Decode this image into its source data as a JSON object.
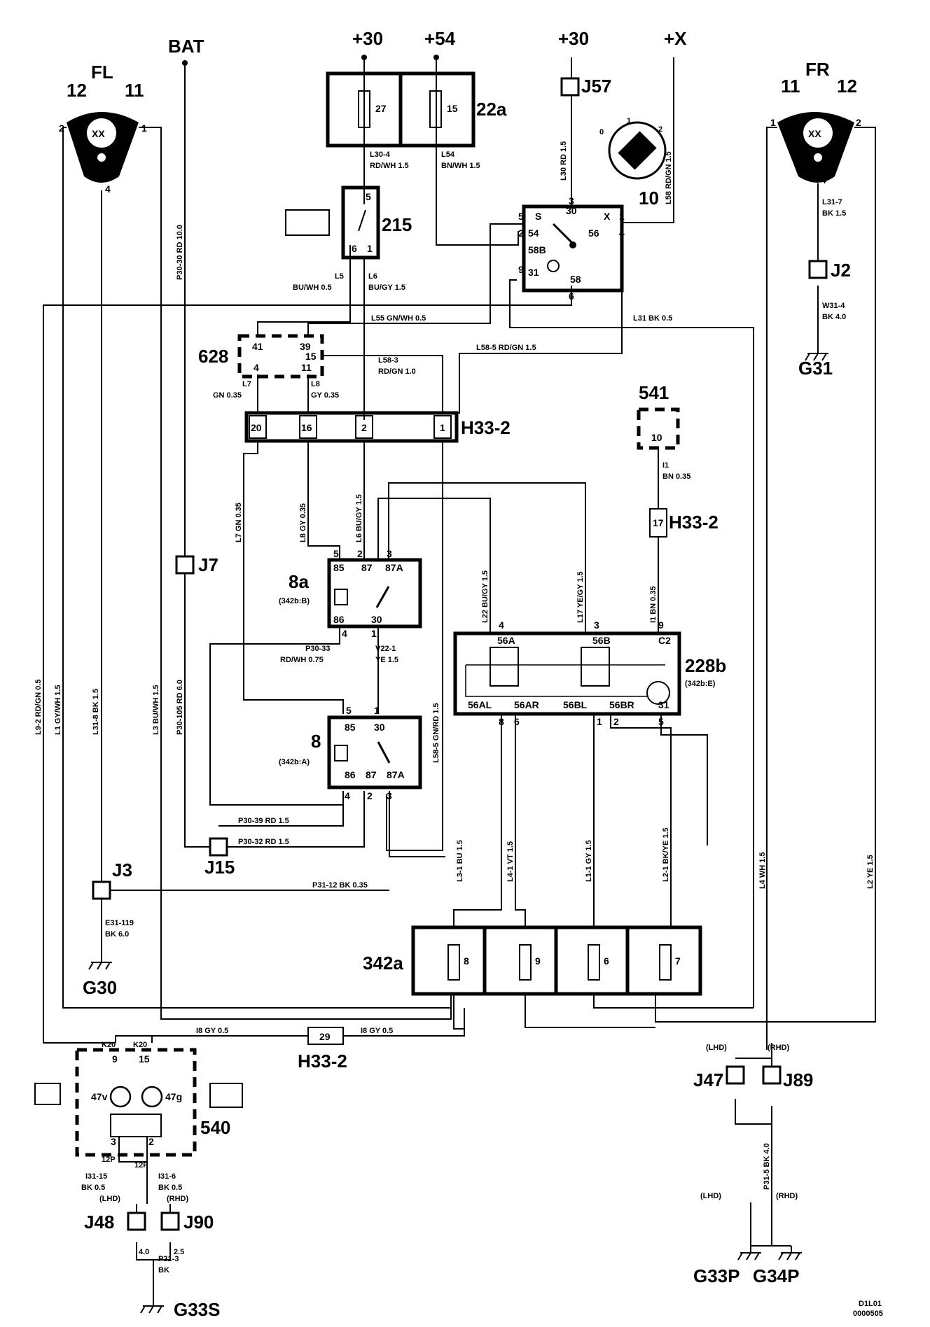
{
  "power": {
    "bat": "BAT",
    "p30a": "+30",
    "p54": "+54",
    "p30b": "+30",
    "px": "+X"
  },
  "lamps": {
    "fl": {
      "name": "FL",
      "pin12": "12",
      "pin11": "11",
      "p2": "2",
      "p1": "1",
      "p4": "4",
      "xx": "XX"
    },
    "fr": {
      "name": "FR",
      "pin11": "11",
      "pin12": "12",
      "p1": "1",
      "p2": "2",
      "p4": "4",
      "xx": "XX"
    }
  },
  "fusebox22a": {
    "name": "22a",
    "fuse1": "27",
    "fuse2": "15"
  },
  "wires": {
    "l30_4": "L30-4",
    "l30_4c": "RD/WH   1.5",
    "l54": "L54",
    "l54c": "BN/WH   1.5",
    "p30_30": "P30-30   RD   10.0",
    "l30": "L30   RD   1.5",
    "l58": "L58   RD/GN   1.5",
    "l31_7": "L31-7",
    "l31_7c": "BK   1.5",
    "w31_4": "W31-4",
    "w31_4c": "BK   4.0",
    "l5": "L5",
    "l5c": "BU/WH   0.5",
    "l6": "L6",
    "l6c": "BU/GY   1.5",
    "l55": "L55   GN/WH   0.5",
    "l31": "L31   BK   0.5",
    "l58_5": "L58-5   RD/GN   1.5",
    "l58_3": "L58-3",
    "l58_3c": "RD/GN   1.0",
    "l7": "L7",
    "l7c": "GN   0.35",
    "l8": "L8",
    "l8c": "GY   0.35",
    "i1": "I1",
    "i1c": "BN   0.35",
    "v_l7": "L7   GN   0.35",
    "v_l8": "L8   GY   0.35",
    "v_l6": "L6   BU/GY   1.5",
    "v_l22": "L22   BU/GY   1.5",
    "v_l17": "L17   YE/GY   1.5",
    "v_i1": "I1   BN   0.35",
    "p30_33": "P30-33",
    "p30_33c": "RD/WH   0.75",
    "v22_1": "V22-1",
    "v22_1c": "YE   1.5",
    "v_l58_5": "L58-5   GN/RD   1.5",
    "v_l9_2": "L9-2   RD/GN   0.5",
    "v_l1": "L1   GY/WH   1.5",
    "v_l31_8": "L31-8   BK   1.5",
    "v_l3": "L3   BU/WH   1.5",
    "v_p30_105": "P30-105   RD   6.0",
    "p30_39": "P30-39   RD   1.5",
    "p30_32": "P30-32   RD   1.5",
    "p31_12": "P31-12   BK   0.35",
    "e31_119": "E31-119",
    "e31_119c": "BK   6.0",
    "v_l3_1": "L3-1   BU   1.5",
    "v_l4_1": "L4-1   VT   1.5",
    "v_l1_1": "L1-1   GY   1.5",
    "v_l2_1": "L2-1   BK/YE   1.5",
    "v_l4": "L4   WH   1.5",
    "v_l2": "L2   YE   1.5",
    "i8a": "I8   GY   0.5",
    "i8b": "I8   GY   0.5",
    "i31_15": "I31-15",
    "i31_15c": "BK   0.5",
    "i31_6": "I31-6",
    "i31_6c": "BK   0.5",
    "v_p31_5": "P31-5   BK   4.0",
    "p31_3": "P31-3",
    "p31_3c": "BK",
    "w40": "4.0",
    "w25": "2.5"
  },
  "components": {
    "j57": "J57",
    "sw10": "10",
    "j2": "J2",
    "g31": "G31",
    "relay215": "215",
    "c628": "628",
    "h33_2a": "H33-2",
    "c541": "541",
    "h33_2b": "H33-2",
    "relay8a": "8a",
    "relay8a_ref": "(342b:B)",
    "module228b": "228b",
    "module228b_ref": "(342b:E)",
    "relay8": "8",
    "relay8_ref": "(342b:A)",
    "j7": "J7",
    "j15": "J15",
    "j3": "J3",
    "g30": "G30",
    "fusebox342a": "342a",
    "h33_2c": "H33-2",
    "c540": "540",
    "j47": "J47",
    "j89": "J89",
    "j48": "J48",
    "j90": "J90",
    "g33p": "G33P",
    "g34p": "G34P",
    "g33s": "G33S",
    "lhd1": "(LHD)",
    "rhd1": "(RHD)",
    "lhd2": "(LHD)",
    "rhd2": "(RHD)",
    "lhd3": "(LHD)",
    "rhd3": "(RHD)",
    "lamp47v": "47v",
    "lamp47g": "47g"
  },
  "pins": {
    "sw": {
      "s": "S",
      "x": "X",
      "p5": "5",
      "p1": "1",
      "p2": "2",
      "p4": "4",
      "p9": "9",
      "p3": "3",
      "p6": "6",
      "t30": "30",
      "t54": "54",
      "t56": "56",
      "t58b": "58B",
      "t31": "31",
      "t58": "58"
    },
    "r215": {
      "p5": "5",
      "p6": "6",
      "p1": "1"
    },
    "c628": {
      "p41": "41",
      "p39": "39",
      "p15": "15",
      "p4": "4",
      "p11": "11"
    },
    "h33": {
      "p20": "20",
      "p16": "16",
      "p2": "2",
      "p1": "1"
    },
    "c541": {
      "p10": "10"
    },
    "h33b": {
      "p17": "17"
    },
    "r8a": {
      "p5": "5",
      "p2": "2",
      "p3": "3",
      "t85": "85",
      "t87": "87",
      "t87a": "87A",
      "t86": "86",
      "t30": "30",
      "p4": "4",
      "p1": "1"
    },
    "m228": {
      "p4": "4",
      "p3": "3",
      "p9": "9",
      "t56a": "56A",
      "t56b": "56B",
      "c2": "C2",
      "t56al": "56AL",
      "t56ar": "56AR",
      "t56bl": "56BL",
      "t56br": "56BR",
      "t31": "31",
      "p8": "8",
      "p6": "6",
      "p1": "1",
      "p2": "2",
      "p5": "5"
    },
    "r8": {
      "p5": "5",
      "p1": "1",
      "t85": "85",
      "t30": "30",
      "t86": "86",
      "t87": "87",
      "t87a": "87A",
      "p4": "4",
      "p2": "2",
      "p3": "3"
    },
    "f342": {
      "f1": "8",
      "f2": "9",
      "f3": "6",
      "f4": "7"
    },
    "h33c": {
      "p29": "29"
    },
    "c540": {
      "k20a": "K20",
      "k20b": "K20",
      "p9": "9",
      "p15": "15",
      "p3": "3",
      "p2": "2",
      "p12a": "12P",
      "p12b": "12P"
    }
  },
  "switch_ring": {
    "r0": "0",
    "r1": "1",
    "r2": "2"
  },
  "footer": {
    "code1": "D1L01",
    "code2": "0000505"
  }
}
